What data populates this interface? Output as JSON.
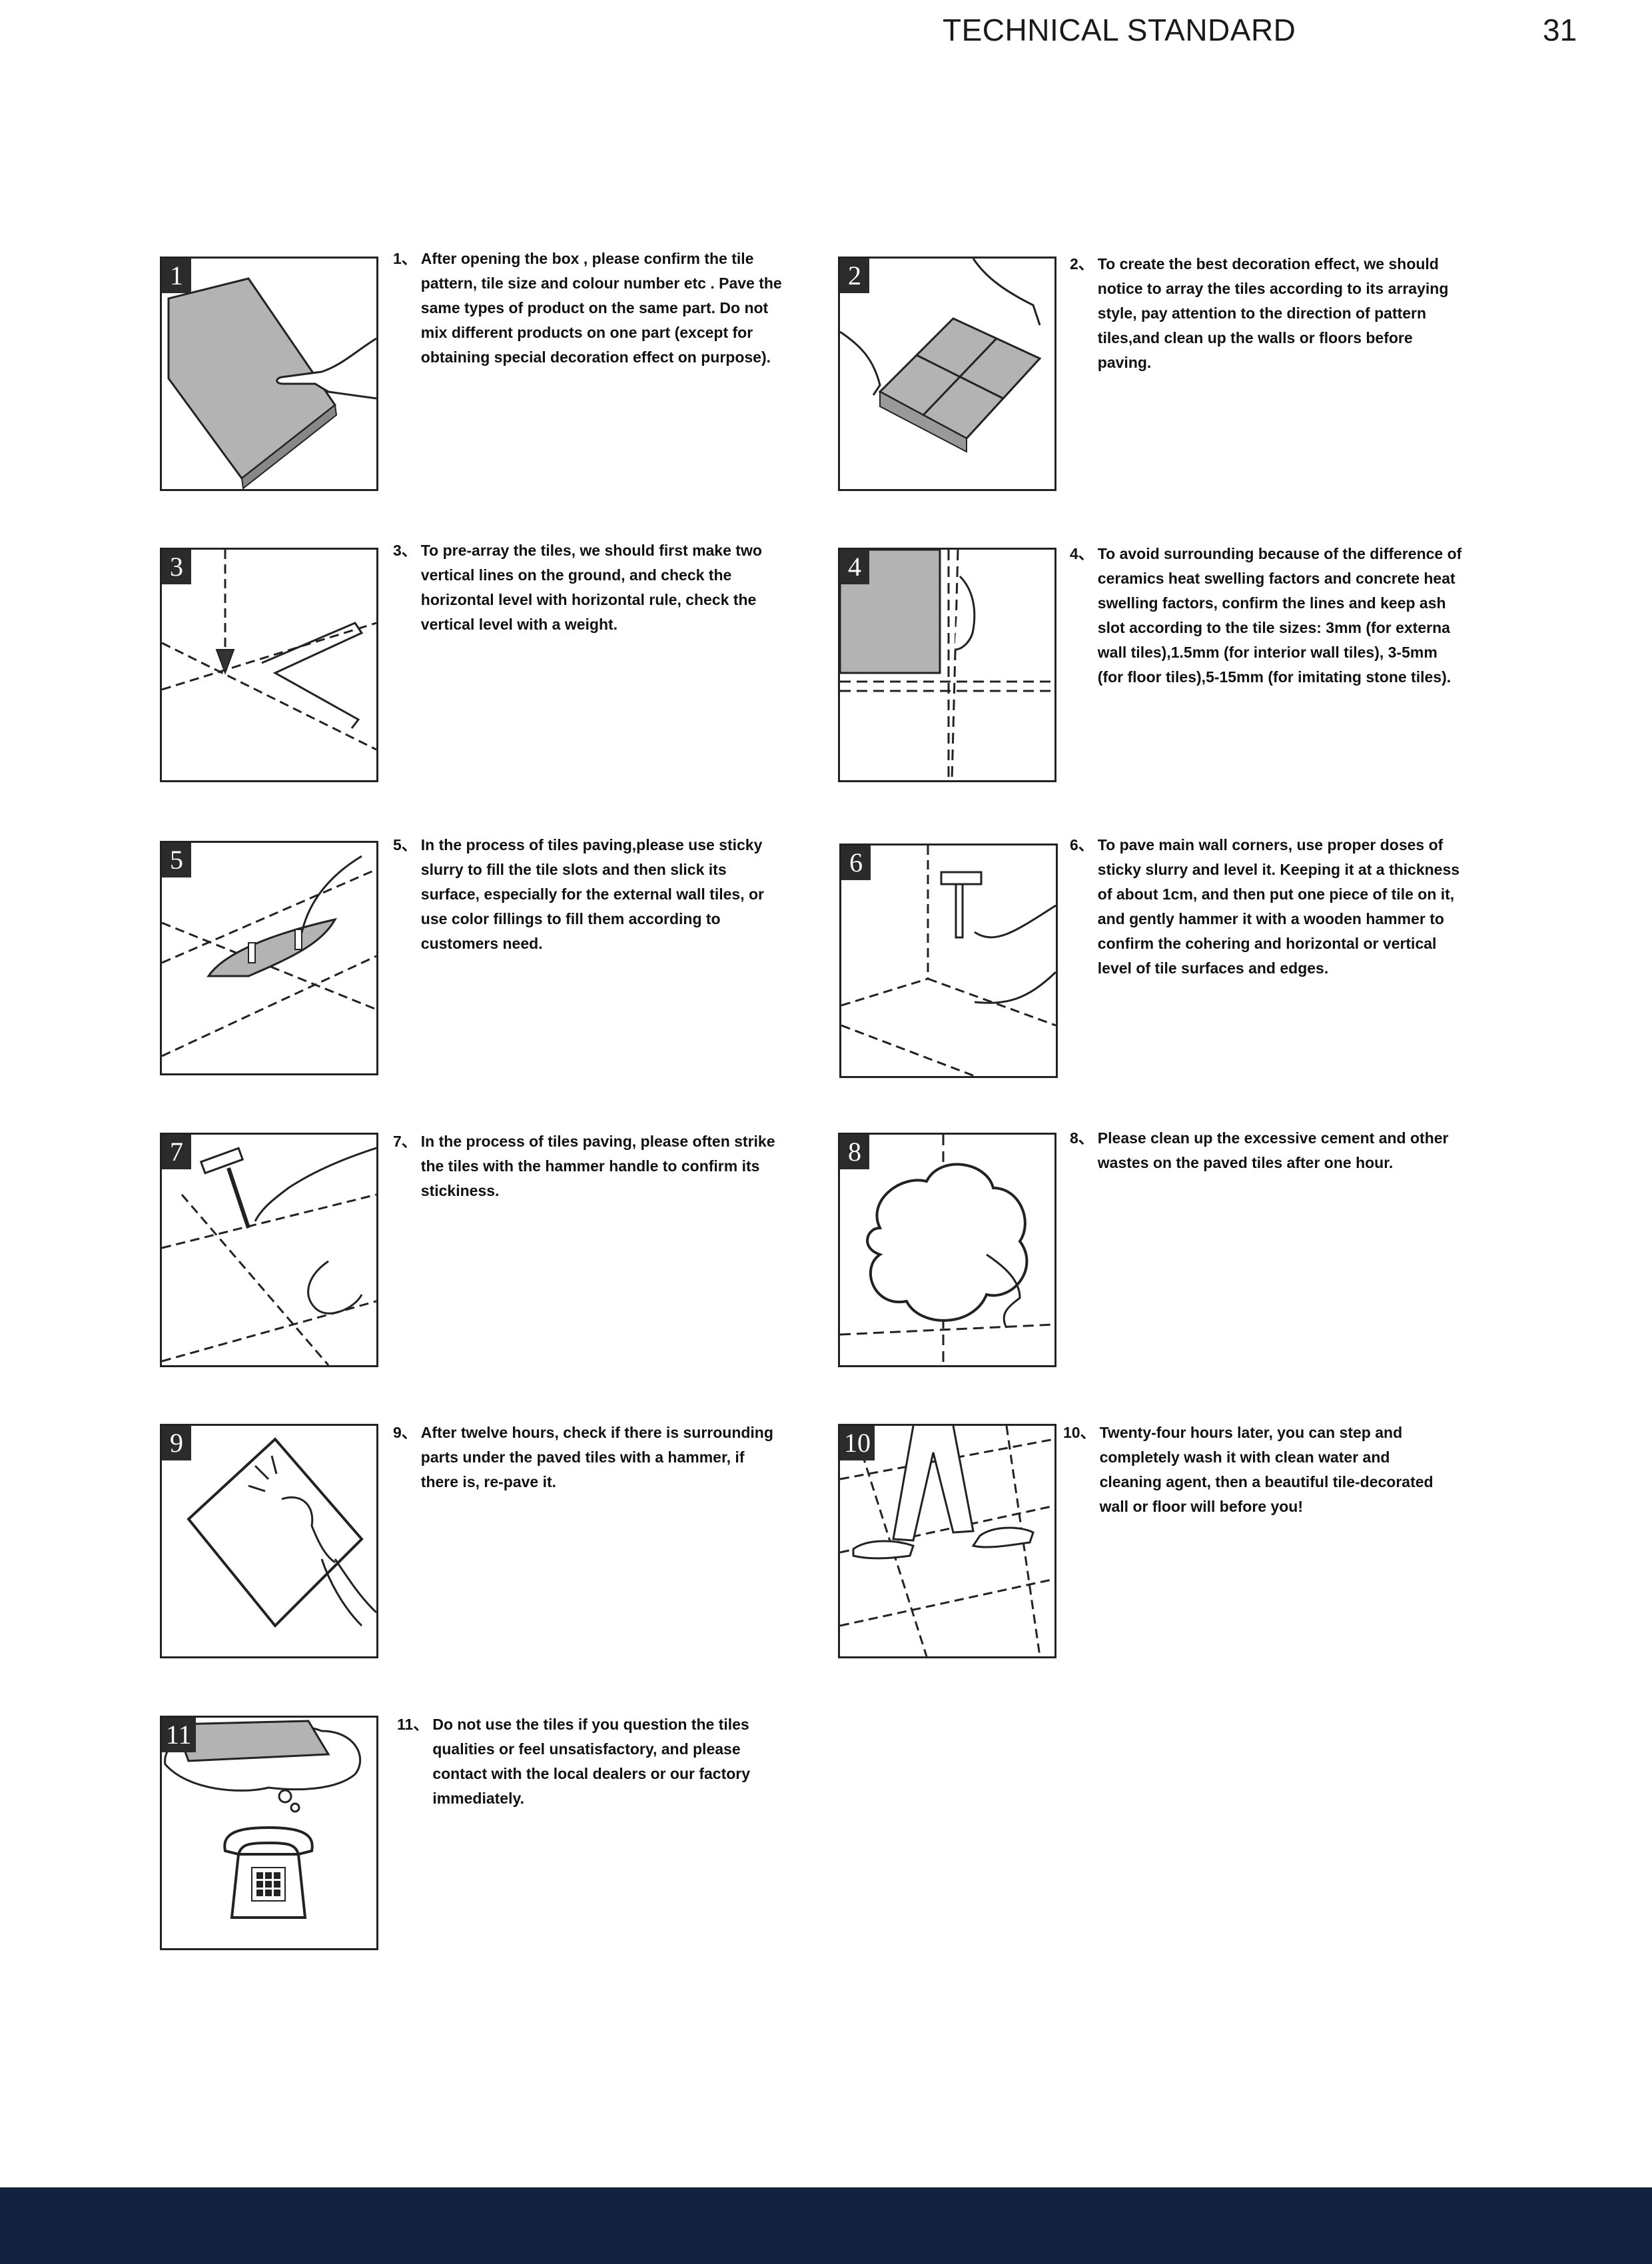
{
  "header": {
    "title": "TECHNICAL STANDARD",
    "page_number": "31"
  },
  "colors": {
    "footer_band": "#13223f",
    "tile_gray": "#b3b3b3",
    "badge": "#2b2b2b"
  },
  "steps": [
    {
      "badge": "1",
      "num": "1、",
      "text": "After opening the box , please confirm the tile pattern, tile size and colour number etc . Pave the same types of product on the same part. Do not mix different products on one part (except for obtaining special decoration effect on purpose).",
      "icon": "tile-box-hand-icon"
    },
    {
      "badge": "2",
      "num": "2、",
      "text": "To create the best decoration effect, we should notice to array the tiles according to its arraying style, pay attention to the direction of pattern tiles,and clean up the walls or floors before paving.",
      "icon": "tile-array-hands-icon"
    },
    {
      "badge": "3",
      "num": "3、",
      "text": "To pre-array the tiles, we should first make two vertical lines on the ground, and check the horizontal level with horizontal rule, check the vertical level with a weight.",
      "icon": "plumb-weight-icon"
    },
    {
      "badge": "4",
      "num": "4、",
      "text": "To avoid surrounding because of the difference of ceramics heat swelling factors and concrete heat swelling factors, confirm the lines and keep ash slot according to the tile sizes: 3mm (for externa wall tiles),1.5mm (for interior wall tiles), 3-5mm (for floor tiles),5-15mm (for imitating stone tiles).",
      "icon": "tile-gap-hand-icon"
    },
    {
      "badge": "5",
      "num": "5、",
      "text": "In the process of tiles paving,please use sticky slurry to fill the tile slots and then slick its surface, especially for the external wall tiles, or use color fillings to fill them according to customers need.",
      "icon": "trowel-slurry-icon"
    },
    {
      "badge": "6",
      "num": "6、",
      "text": "To pave main wall corners, use proper doses of sticky slurry and level it. Keeping it at a thickness of about 1cm, and then put one piece of tile on it, and gently hammer it with a wooden hammer to confirm the cohering and horizontal or vertical level of tile surfaces and edges.",
      "icon": "wall-corner-hammer-icon"
    },
    {
      "badge": "7",
      "num": "7、",
      "text": "In the process of tiles paving, please often strike the tiles with the hammer handle to confirm its stickiness.",
      "icon": "hammer-strike-icon"
    },
    {
      "badge": "8",
      "num": "8、",
      "text": "Please clean up the excessive cement and other wastes on the paved tiles after one hour.",
      "icon": "cleaning-cloth-icon"
    },
    {
      "badge": "9",
      "num": "9、",
      "text": "After twelve hours, check if there is surrounding parts under the paved tiles with a hammer, if there is, re-pave it.",
      "icon": "hammer-check-icon"
    },
    {
      "badge": "10",
      "num": "10、",
      "text": "Twenty-four hours later, you can step and completely wash it with clean water and cleaning agent, then a beautiful tile-decorated wall or floor will before you!",
      "icon": "walking-feet-icon"
    },
    {
      "badge": "11",
      "num": "11、",
      "text": "Do not use the tiles if you question the tiles qualities or feel unsatisfactory, and please contact with the local dealers or our factory immediately.",
      "icon": "telephone-icon"
    }
  ]
}
